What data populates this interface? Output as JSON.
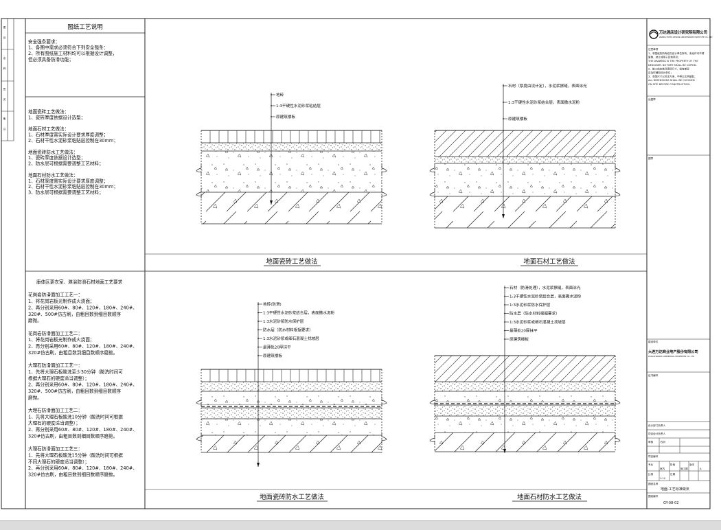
{
  "left_strip": [
    "图",
    "目",
    "名",
    "称",
    "签",
    "名",
    "备",
    "注"
  ],
  "notes_title": "图纸工艺说明",
  "notes_block1": [
    "安全强条要求：",
    "1、各图中需求必须符合下列安全强条：",
    "2、所有图纸施工材料均可以根据设计调整，",
    "    但必须具备防滑功能；"
  ],
  "notes_block2": [
    "地面瓷砖工艺做法：",
    "1、瓷砖厚度依据设计选型；",
    "",
    "地面石材工艺做法：",
    "1、石材厚度需实际设计要求厚度调整；",
    "2、石材干性水泥砂浆粘贴层控制在30mm；",
    "",
    "地面瓷砖防水工艺做法：",
    "1、瓷砖厚度依据设计选型；",
    "2、防水层可根据需要调整工艺材料；",
    "",
    "地面石材防水工艺做法：",
    "1、石材厚度需实际设计要求厚度调整；",
    "2、石材干性水泥砂浆粘贴层控制在30mm；",
    "3、防水层可根据需要调整工艺材料；"
  ],
  "notes_block3": [
    "康体区更衣室、淋浴防滑石材地面工艺要求",
    "",
    "花岗岩防滑面加工工艺一：",
    "1、将花岗岩板光制作成火烧面；",
    "2、再分别采用60#、80#、120#、180#、240#、",
    "    320#、500#仿古刷，由粗目数到细目数顺序",
    "    磨抛。",
    "",
    "花岗岩防滑面加工工艺二：",
    "1、将花岗岩板光制作成火烧面；",
    "2、再分别采用60#、80#、120#、180#、240#、",
    "    320#仿古刷，由粗目数到细目数顺序磨抛。",
    "",
    "大理石防滑面加工工艺一：",
    "1、先将大理石板酸洗至少30分钟（酸洗时间可",
    "    根据大理石的硬度适当调整）；",
    "2、再分别采用60#、80#、120#、180#、240#、",
    "    320#、500#仿古刷，由粗目数到细目数顺序",
    "    磨抛。",
    "",
    "大理石防滑面加工工艺二：",
    "1、先将大理石板酸洗10分钟（酸洗时间可根据",
    "    大理石的硬度适当调整）；",
    "2、再分别采用60#、80#、120#、180#、240#、",
    "    320#仿古刷，由粗目数到细目数顺序磨抛。",
    "",
    "大理石防滑面加工工艺三：",
    "1、先将大理石板酸洗15分钟（酸洗时间可根据",
    "    不同大理石的硬度适当调整）；",
    "2、再分别采用60#、80#、120#、180#、240#、",
    "    320#仿古刷，由粗目数到细目数顺序磨抛。"
  ],
  "details": {
    "tile": {
      "caption": "地面瓷砖工艺做法",
      "labels": [
        "地砖",
        "1:3干硬性水泥砂浆粘结层",
        "原建筑楼板"
      ]
    },
    "stone": {
      "caption": "地面石材工艺做法",
      "labels": [
        "石材（厚度由设计定），水泥浆擦缝，表面涂光",
        "1:3干硬性水泥砂浆结合层，表面撒水泥粉",
        "原建筑楼板"
      ]
    },
    "tile_wp": {
      "caption": "地面瓷砖防水工艺做法",
      "labels": [
        "地砖(防滑)",
        "1:3干硬性水泥砂浆结合层，表面撒水泥粉",
        "1:3水泥砂浆防水保护层",
        "防水层（防水材料根据要求）",
        "1:3水泥砂浆或细石混凝土找坡层",
        "最薄处20厚抹平",
        "原建筑楼板"
      ]
    },
    "stone_wp": {
      "caption": "地面石材防水工艺做法",
      "labels": [
        "石材（防滑处理），水泥浆擦缝，表面涂光",
        "1:3干硬性水泥砂浆结合层，表面撒水泥粉",
        "1:3水泥砂浆防水保护层",
        "防水层（防水材料根据要求）",
        "1:3水泥砂浆或细石混凝土找坡层",
        "最薄处20厚抹平",
        "原建筑楼板"
      ]
    }
  },
  "title_block": {
    "design_company": "万达酒店设计研究院有限公司",
    "design_company_en": "WANDA HOTEL DESIGN AND RESEARCH INSTITUTE CO., LTD",
    "notes_heading": "注意事项",
    "notes_lines": [
      "1、本图纸的所有权归设计单位所有，未经许可不得",
      "   复制、转让或用于其他项目；",
      "   THE DRAWING IS THE PROPERTY OF THE",
      "   DESIGNER. NO PART SHALL BE COPIED.",
      "2、施工前应核对现场尺寸，如有差异",
      "   应及时通知设计单位；",
      "3、本图尺寸以标注为准，不得以比例量取；",
      "   ALL DIMENSIONS SHALL BE CHECKED",
      "   ON SITE BEFORE CONSTRUCTION."
    ],
    "stamp_label": "出图章",
    "seal_label": "图章",
    "owner_label": "建设单位",
    "owner": "大连万达商业地产股份有限公司",
    "owner_en": "DALIAN WANDA COMMERCIAL PROPERTIES CO., LTD",
    "cert_label": "证书编号",
    "r1": "设计部门负责人",
    "r2": "项目设计负责人",
    "r3": "审核",
    "r4": "校对",
    "project_no_label": "项目编号",
    "spec_label": "专业",
    "spec_val": "室内",
    "phase_label": "阶段",
    "phase_val": "施工图",
    "scale_label": "比例",
    "scale_val": "1:10",
    "version_label": "版本",
    "version_val": "A",
    "date_label": "日期",
    "drawing_name_label": "图纸名称",
    "drawing_name": "地面-工艺标准做法",
    "drawing_no_label": "图纸编号",
    "drawing_no": "GY-08-02"
  }
}
